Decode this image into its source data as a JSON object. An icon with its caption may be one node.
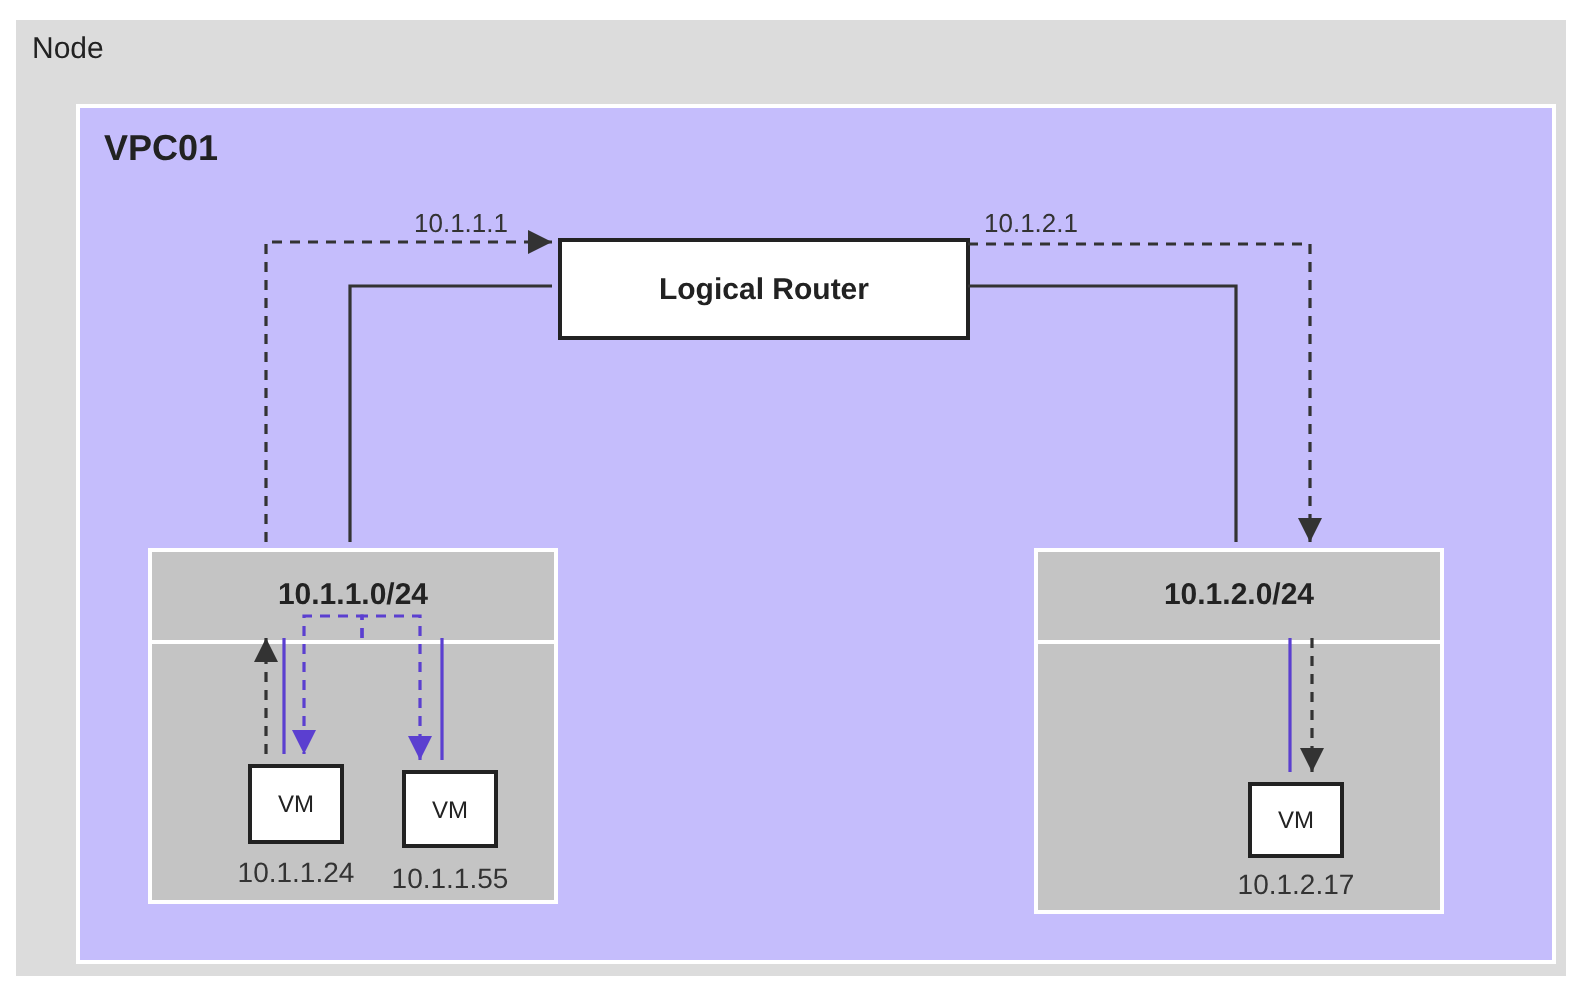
{
  "diagram": {
    "nodes": [
      {
        "text": [
          "Node"
        ]
      },
      {
        "text": [
          "VPC01"
        ],
        "in": 0
      },
      {
        "text": [
          "Logical Router"
        ],
        "in": 1
      },
      {
        "text": [
          "10.1.1.0/24"
        ],
        "in": 1
      },
      {
        "text": [
          "VM"
        ],
        "in": 3,
        "beside": [
          "10.1.1.24"
        ]
      },
      {
        "text": [
          "VM"
        ],
        "in": 3,
        "beside": [
          "10.1.1.55"
        ]
      },
      {
        "text": [
          "10.1.2.0/24"
        ],
        "in": 1
      },
      {
        "text": [
          "VM"
        ],
        "in": 6,
        "beside": [
          "10.1.2.17"
        ]
      }
    ],
    "edges": [
      {
        "from": 3,
        "to": 2,
        "arrow": "to",
        "style": "dashed",
        "label": "10.1.1.1"
      },
      {
        "from": 3,
        "to": 2,
        "arrow": "none"
      },
      {
        "from": 2,
        "to": 6,
        "arrow": "to",
        "style": "dashed",
        "label": "10.1.2.1"
      },
      {
        "from": 2,
        "to": 6,
        "arrow": "none"
      },
      {
        "from": 4,
        "to": 3,
        "arrow": "to",
        "style": "dashed"
      },
      {
        "from": 3,
        "to": 4,
        "arrow": "none",
        "color": "#5b3fd0"
      },
      {
        "from": 3,
        "to": 4,
        "arrow": "to",
        "style": "dashed",
        "color": "#5b3fd0"
      },
      {
        "from": 3,
        "to": 5,
        "arrow": "to",
        "style": "dashed",
        "color": "#5b3fd0"
      },
      {
        "from": 3,
        "to": 5,
        "arrow": "none",
        "color": "#5b3fd0"
      },
      {
        "from": 6,
        "to": 7,
        "arrow": "none",
        "color": "#5b3fd0"
      },
      {
        "from": 6,
        "to": 7,
        "arrow": "to",
        "style": "dashed"
      }
    ]
  }
}
